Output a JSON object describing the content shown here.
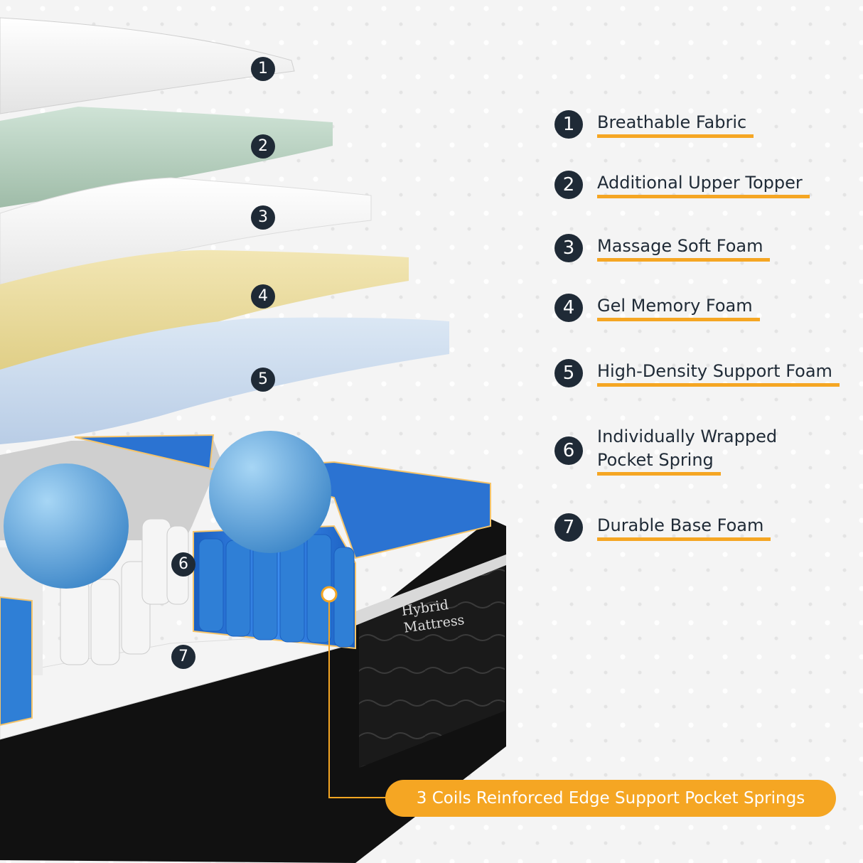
{
  "legend": [
    {
      "num": "1",
      "label": "Breathable Fabric"
    },
    {
      "num": "2",
      "label": "Additional Upper Topper"
    },
    {
      "num": "3",
      "label": "Massage Soft Foam"
    },
    {
      "num": "4",
      "label": "Gel Memory Foam"
    },
    {
      "num": "5",
      "label": "High-Density Support Foam"
    },
    {
      "num": "6",
      "label_line1": "Individually Wrapped",
      "label_line2": "Pocket Spring"
    },
    {
      "num": "7",
      "label": "Durable Base Foam"
    }
  ],
  "callout": "3 Coils Reinforced Edge Support Pocket Springs",
  "brand_label": {
    "line1": "Hybrid",
    "line2": "Mattress"
  },
  "colors": {
    "accent": "#f5a623",
    "badge": "#1f2a36",
    "spring_blue": "#2f7fd6",
    "base_black": "#151515"
  }
}
